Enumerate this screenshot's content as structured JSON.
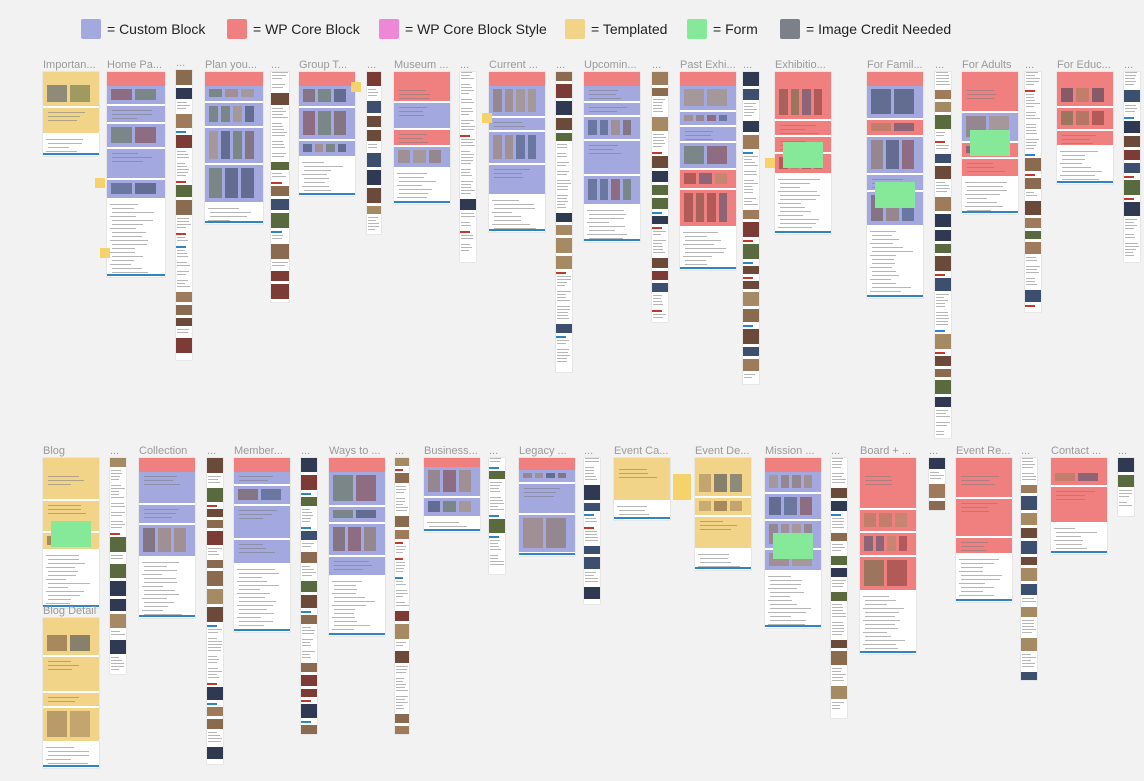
{
  "legend": {
    "items": [
      {
        "label": "= Custom Block",
        "color": "#a3a8de"
      },
      {
        "label": "= WP Core Block",
        "color": "#f08080"
      },
      {
        "label": "= WP Core Block Style",
        "color": "#ee88d6"
      },
      {
        "label": "= Templated",
        "color": "#f2d489"
      },
      {
        "label": "= Form",
        "color": "#86e99a"
      },
      {
        "label": "= Image Credit Needed",
        "color": "#7c8089"
      }
    ]
  },
  "colors": {
    "custom": "#a3a8de",
    "core": "#f08080",
    "templated": "#f2d489",
    "form": "#86e99a",
    "style": "#ee88d6",
    "credit": "#7c8089"
  },
  "frames": {
    "row1": [
      {
        "label": "Importan...",
        "variant": "templated"
      },
      {
        "label": "Home Pa...",
        "variant": "custom"
      },
      {
        "label": "...",
        "variant": "plain"
      },
      {
        "label": "Plan you...",
        "variant": "custom"
      },
      {
        "label": "...",
        "variant": "plain"
      },
      {
        "label": "Group T...",
        "variant": "custom"
      },
      {
        "label": "...",
        "variant": "plain"
      },
      {
        "label": "Museum ...",
        "variant": "mixed"
      },
      {
        "label": "...",
        "variant": "plain"
      },
      {
        "label": "Current ...",
        "variant": "custom"
      },
      {
        "label": "...",
        "variant": "plain"
      },
      {
        "label": "Upcomin...",
        "variant": "custom"
      },
      {
        "label": "...",
        "variant": "plain"
      },
      {
        "label": "Past Exhi...",
        "variant": "mixed"
      },
      {
        "label": "...",
        "variant": "plain"
      },
      {
        "label": "Exhibitio...",
        "variant": "core"
      },
      {
        "label": "For Famil...",
        "variant": "mixed"
      },
      {
        "label": "...",
        "variant": "plain"
      },
      {
        "label": "For Adults",
        "variant": "mixed"
      },
      {
        "label": "...",
        "variant": "plain"
      },
      {
        "label": "For Educ...",
        "variant": "mixed"
      },
      {
        "label": "...",
        "variant": "plain"
      }
    ],
    "row2": [
      {
        "label": "Blog",
        "variant": "templated"
      },
      {
        "label": "...",
        "variant": "plain"
      },
      {
        "label": "Collection",
        "variant": "custom"
      },
      {
        "label": "...",
        "variant": "plain"
      },
      {
        "label": "Member...",
        "variant": "custom"
      },
      {
        "label": "...",
        "variant": "plain"
      },
      {
        "label": "Ways to ...",
        "variant": "custom"
      },
      {
        "label": "...",
        "variant": "plain"
      },
      {
        "label": "Business...",
        "variant": "custom"
      },
      {
        "label": "...",
        "variant": "plain"
      },
      {
        "label": "Legacy ...",
        "variant": "custom"
      },
      {
        "label": "...",
        "variant": "plain"
      },
      {
        "label": "Event Ca...",
        "variant": "templated"
      },
      {
        "label": "Event De...",
        "variant": "templated"
      },
      {
        "label": "Mission ...",
        "variant": "custom"
      },
      {
        "label": "...",
        "variant": "plain"
      },
      {
        "label": "Board + ...",
        "variant": "core"
      },
      {
        "label": "...",
        "variant": "plain"
      },
      {
        "label": "Event Re...",
        "variant": "core"
      },
      {
        "label": "...",
        "variant": "plain"
      },
      {
        "label": "Contact ...",
        "variant": "core"
      },
      {
        "label": "...",
        "variant": "plain"
      },
      {
        "label": "Blog Detail",
        "variant": "templated"
      }
    ]
  }
}
